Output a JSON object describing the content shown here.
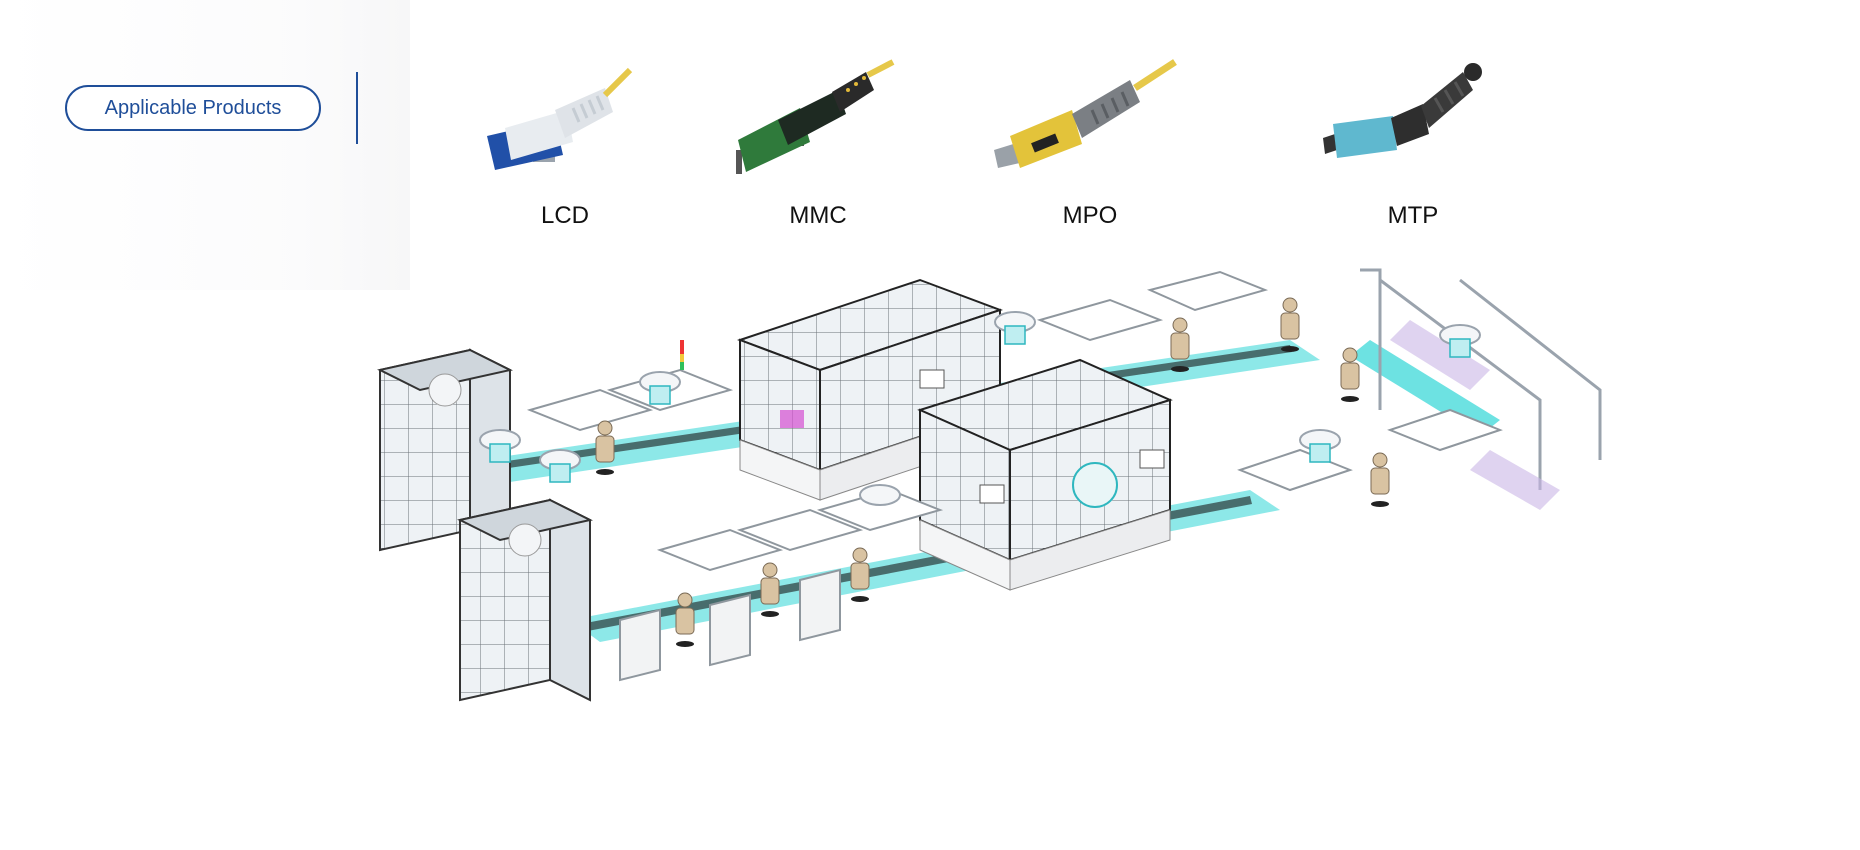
{
  "header": {
    "applicable_label": "Applicable Products"
  },
  "products": [
    {
      "label": "LCD",
      "icon": "lc-duplex-connector-icon",
      "color": "#2150a8"
    },
    {
      "label": "MMC",
      "icon": "mmc-connector-icon",
      "color": "#2f7a3b"
    },
    {
      "label": "MPO",
      "icon": "mpo-connector-icon",
      "color": "#e3c33a"
    },
    {
      "label": "MTP",
      "icon": "mtp-connector-icon",
      "color": "#5fb8cf"
    }
  ],
  "illustration": {
    "name": "automated-assembly-line",
    "accent_color": "#2fd6d6"
  }
}
